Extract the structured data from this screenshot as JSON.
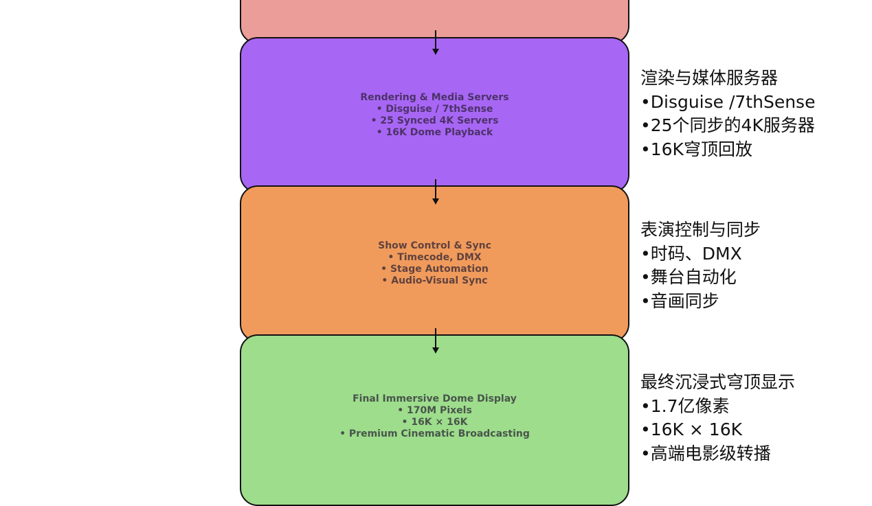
{
  "boxes": [
    {
      "color": "#eb9d99",
      "lines": []
    },
    {
      "color": "#a866f5",
      "lines": [
        "Rendering & Media Servers",
        "• Disguise / 7thSense",
        "• 25 Synced 4K Servers",
        "• 16K Dome Playback"
      ]
    },
    {
      "color": "#f09b5c",
      "lines": [
        "Show Control & Sync",
        "• Timecode, DMX",
        "• Stage Automation",
        "• Audio-Visual Sync"
      ]
    },
    {
      "color": "#9ddd8c",
      "lines": [
        "Final Immersive Dome Display",
        "• 170M Pixels",
        "• 16K × 16K",
        "• Premium Cinematic Broadcasting"
      ]
    }
  ],
  "notes": [
    {
      "lines": [
        "渲染与媒体服务器",
        "•Disguise /7thSense",
        "•25个同步的4K服务器",
        "•16K穹顶回放"
      ]
    },
    {
      "lines": [
        "表演控制与同步",
        "•时码、DMX",
        "•舞台自动化",
        "•音画同步"
      ]
    },
    {
      "lines": [
        "最终沉浸式穹顶显示",
        "•1.7亿像素",
        "•16K × 16K",
        "•高端电影级转播"
      ]
    }
  ]
}
